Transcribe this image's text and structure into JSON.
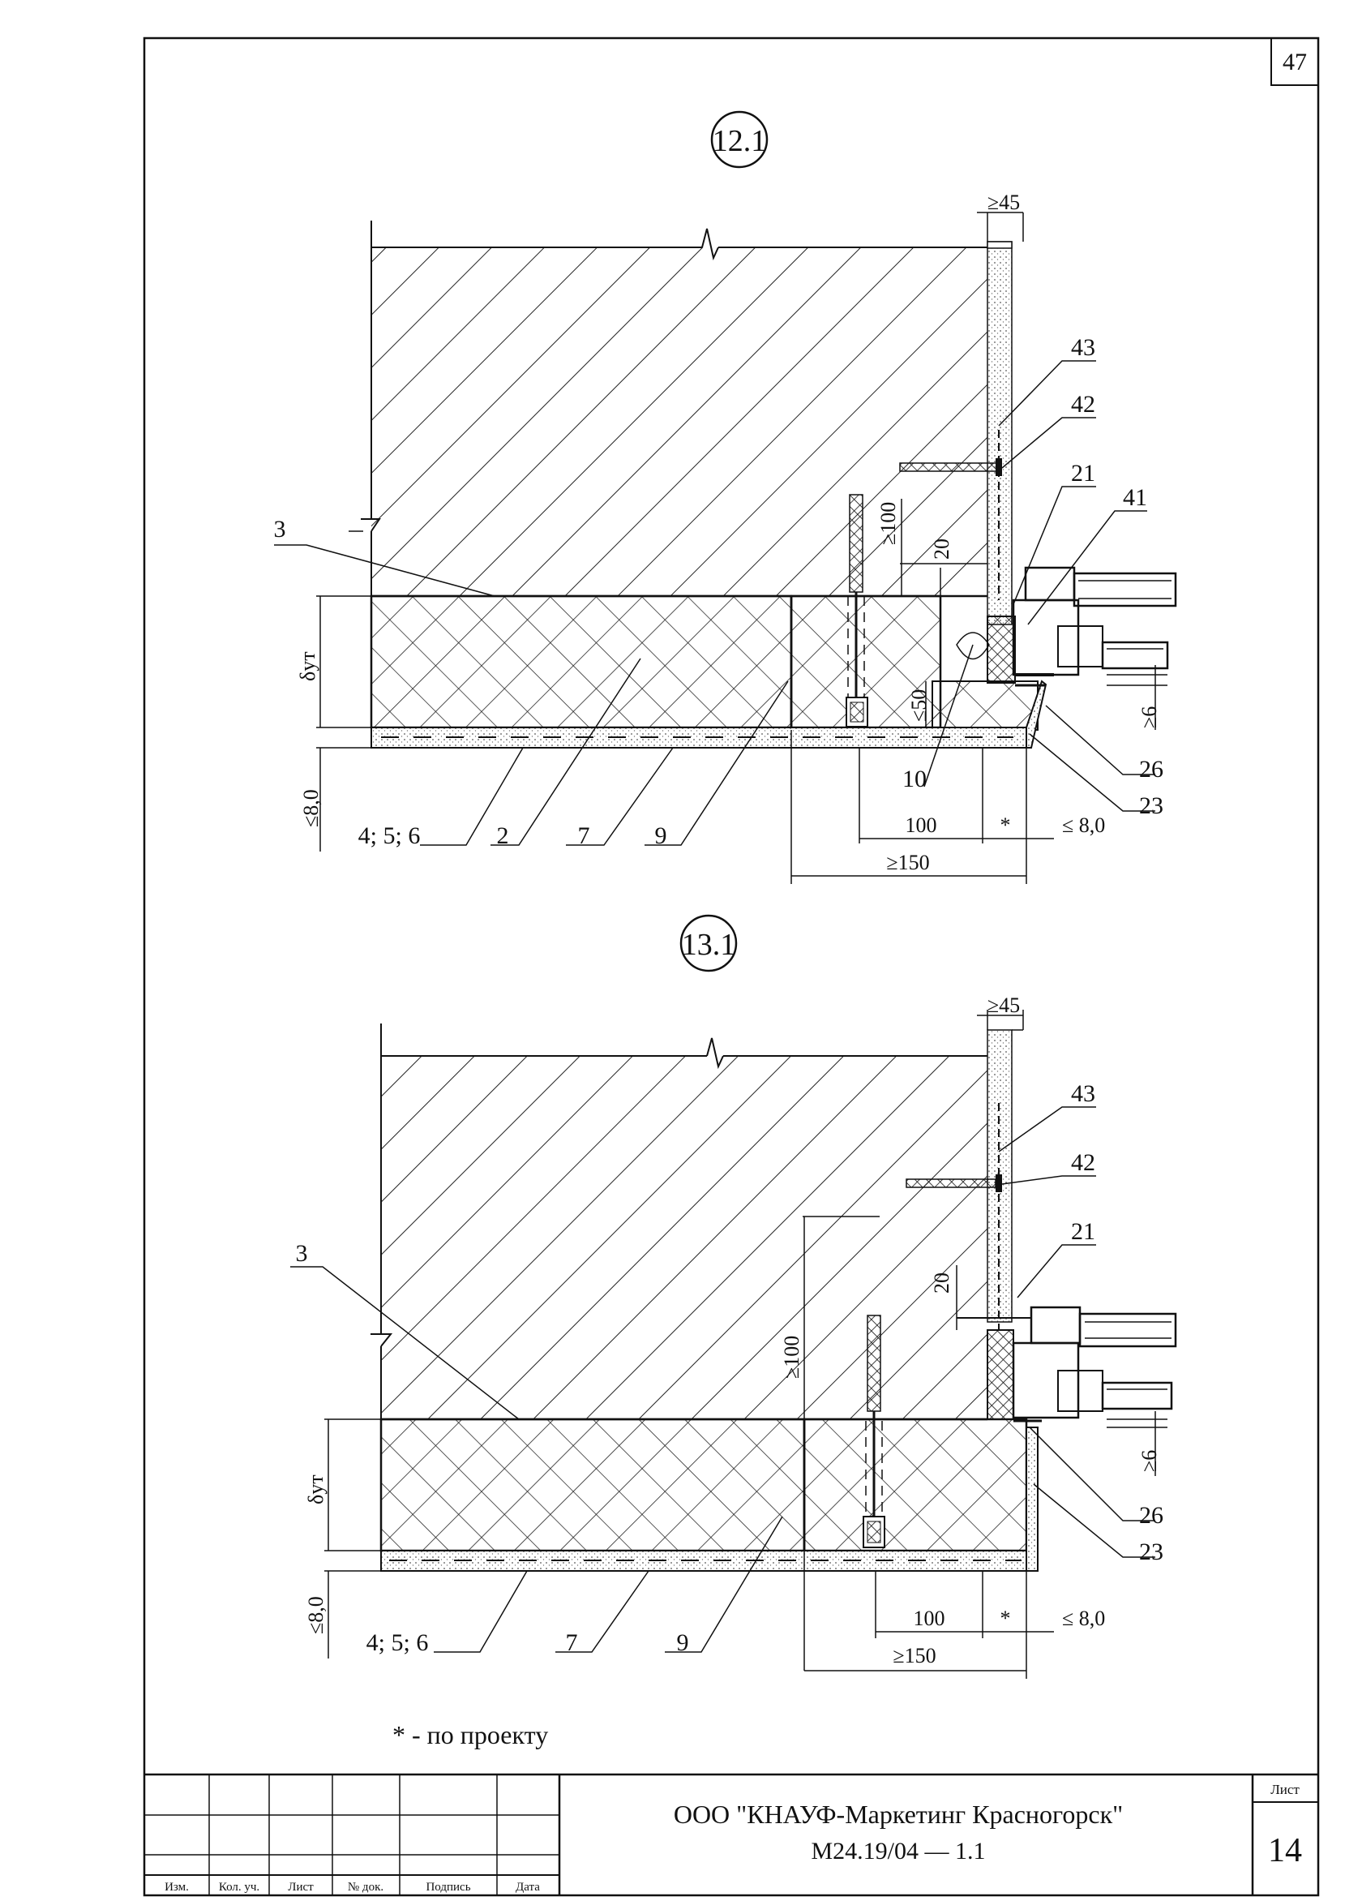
{
  "sheet": {
    "corner_page": "47",
    "footnote": "* - по проекту"
  },
  "details": [
    {
      "id": "12.1",
      "dims": {
        "top": "≥45",
        "d100": "≥100",
        "d20": "20",
        "d50": "≤50",
        "d6": "≥6",
        "d8": "≤8,0",
        "h100": "100",
        "star": "*",
        "r8": "≤ 8,0",
        "h150": "≥150",
        "thickness": "δут"
      },
      "callouts": [
        "43",
        "42",
        "21",
        "41",
        "3",
        "26",
        "23",
        "10",
        "4; 5; 6",
        "2",
        "7",
        "9"
      ]
    },
    {
      "id": "13.1",
      "dims": {
        "top": "≥45",
        "d100": "≥100",
        "d20": "20",
        "d6": "≥6",
        "d8": "≤8,0",
        "h100": "100",
        "star": "*",
        "r8": "≤ 8,0",
        "h150": "≥150",
        "thickness": "δут"
      },
      "callouts": [
        "43",
        "42",
        "21",
        "3",
        "26",
        "23",
        "4; 5; 6",
        "7",
        "9"
      ]
    }
  ],
  "title_block": {
    "columns": [
      "Изм.",
      "Кол. уч.",
      "Лист",
      "№ док.",
      "Подпись",
      "Дата"
    ],
    "company": "ООО \"КНАУФ-Маркетинг Красногорск\"",
    "code": "М24.19/04 — 1.1",
    "sheet_label": "Лист",
    "sheet_number": "14"
  }
}
